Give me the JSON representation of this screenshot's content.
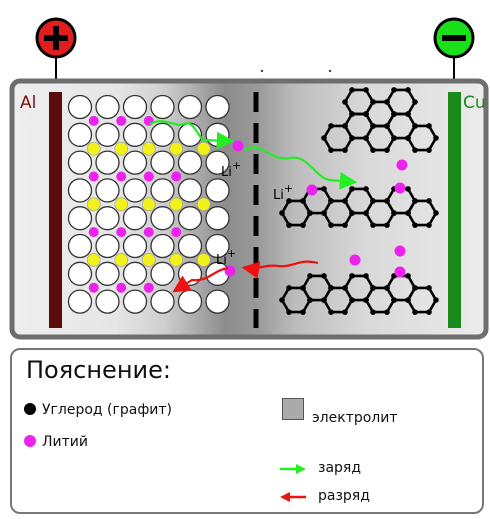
{
  "battery": {
    "cathode_label": "Al",
    "anode_label": "Cu",
    "plus_symbol": "+",
    "minus_symbol": "−",
    "ion_label": "Li",
    "ion_charge": "+"
  },
  "legend": {
    "title": "Пояснение:",
    "carbon": "Углерод (графит)",
    "lithium": "Литий",
    "electrolyte": "электролит",
    "charge": "заряд",
    "discharge": "разряд"
  },
  "colors": {
    "plus_terminal": "#e11d1d",
    "minus_terminal": "#19e019",
    "cathode_plate": "#5a0c0c",
    "anode_plate": "#1a8a1a",
    "lithium": "#ee22ee",
    "metal_oxide": "#f2f21a",
    "charge_arrow": "#22ee22",
    "discharge_arrow": "#ee1111",
    "electrolyte": "#aaaaaa"
  }
}
